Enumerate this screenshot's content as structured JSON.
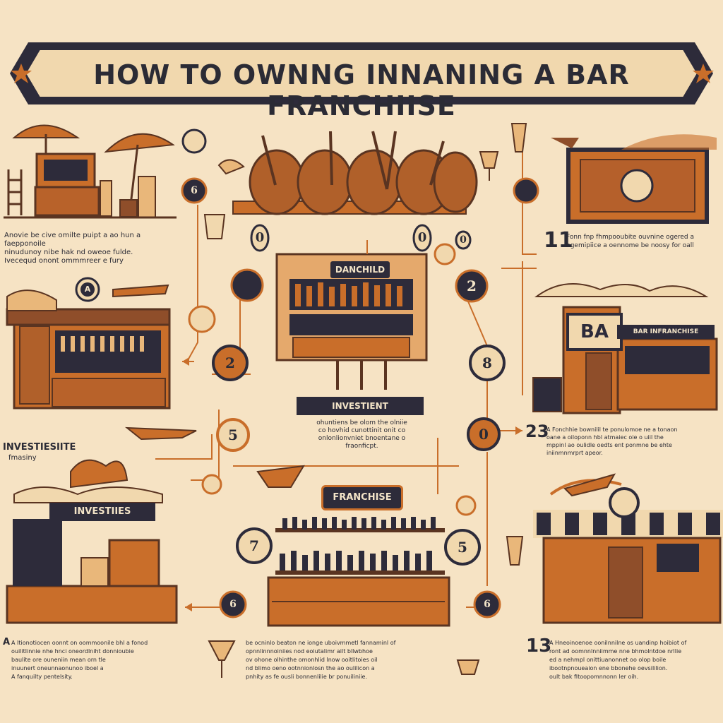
{
  "title": "HOW TO OWNNG INNANING A BAR FRANCHIISE",
  "labels": {
    "top_sign": "DANCHILD",
    "investment_ribbon": "INVESTIENT",
    "franchise_pill": "FRANCHISE",
    "investities_ribbon": "INVESTIIES",
    "ba_sign": "BA",
    "shop_sign": "BAR INFRANCHISE",
    "left_label_1": "INVESTIESIITE",
    "left_label_2": "fmasiny",
    "left_badge": "A"
  },
  "nodes": {
    "n_oval_a": "0",
    "n_oval_b": "0",
    "n_oval_c": "0",
    "n_2_left": "2",
    "n_2_right": "2",
    "n_8": "8",
    "n_5_left": "5",
    "n_0_right": "0",
    "n_7": "7",
    "n_5_right": "5",
    "n_6_left": "6",
    "n_6_right": "6",
    "n_6_top": "6"
  },
  "step_numbers": {
    "right_top": "11",
    "right_mid": "23",
    "right_bottom": "13",
    "left_bottom": "A"
  },
  "notes": {
    "left_top": [
      "Anovie be cive omilte puipt a ao hun a faepponoile",
      "ninudunoy nibe hak nd oweoe fulde.",
      "Ivecequd onont ommmreer e fury"
    ],
    "right_top": [
      "Fonn fnp fhmpooubite ouvnine ogered a",
      "hgemipiice a oennome be noosy for oall"
    ],
    "center_mid": [
      "ohuntiens be olom the olniie",
      "co hovhid cunottinit onit co",
      "onlonlionvniet bnoentane o",
      "fraonficpt."
    ],
    "right_mid": [
      "A Fonchhie bownilil te ponulomoe ne a tonaon",
      "oane a oiloponn hbl atmaiec oie o uiil the",
      "mppinl ao oulidle oedts ent ponmne be ehte",
      "iniinmnmrprt apeor."
    ],
    "left_bottom": [
      "A Itionotiocen oonnt on oommoonile bhl a fonod",
      "ouilitlinnie nhe hnci oneordlniht donnioubie",
      "baulite ore ouneniin mean orn tle",
      "inuunert oneunnaonunoo iboel a",
      "A fanquilty pentelsity."
    ],
    "center_bottom": [
      "be ocninlo beaton ne ionge uboivmmetl fannaminl of",
      "opnnlinnnoiniies nod eoiutalimr ailt bllwbhoe",
      "ov ohone olhinthe omonhlid lnow ooitlitoies oil",
      "nd blimo oeno ootnnionlosn the ao oulilicon a",
      "pnhity as fe ousli bonnenlilie br ponuiliniie."
    ],
    "right_bottom": [
      "A Hneoinoenoe oonilnnilne os uandinp hoibiot of",
      "ront ad oomnnlnniimme nne bhmolntdoe nrllie",
      "ed a nehmpl onittiuanonnet oo olop boile",
      "ibootnpnoueaion ene bbonehe oevsililion.",
      "oult bak fitoopomnnonn ler oih."
    ]
  }
}
